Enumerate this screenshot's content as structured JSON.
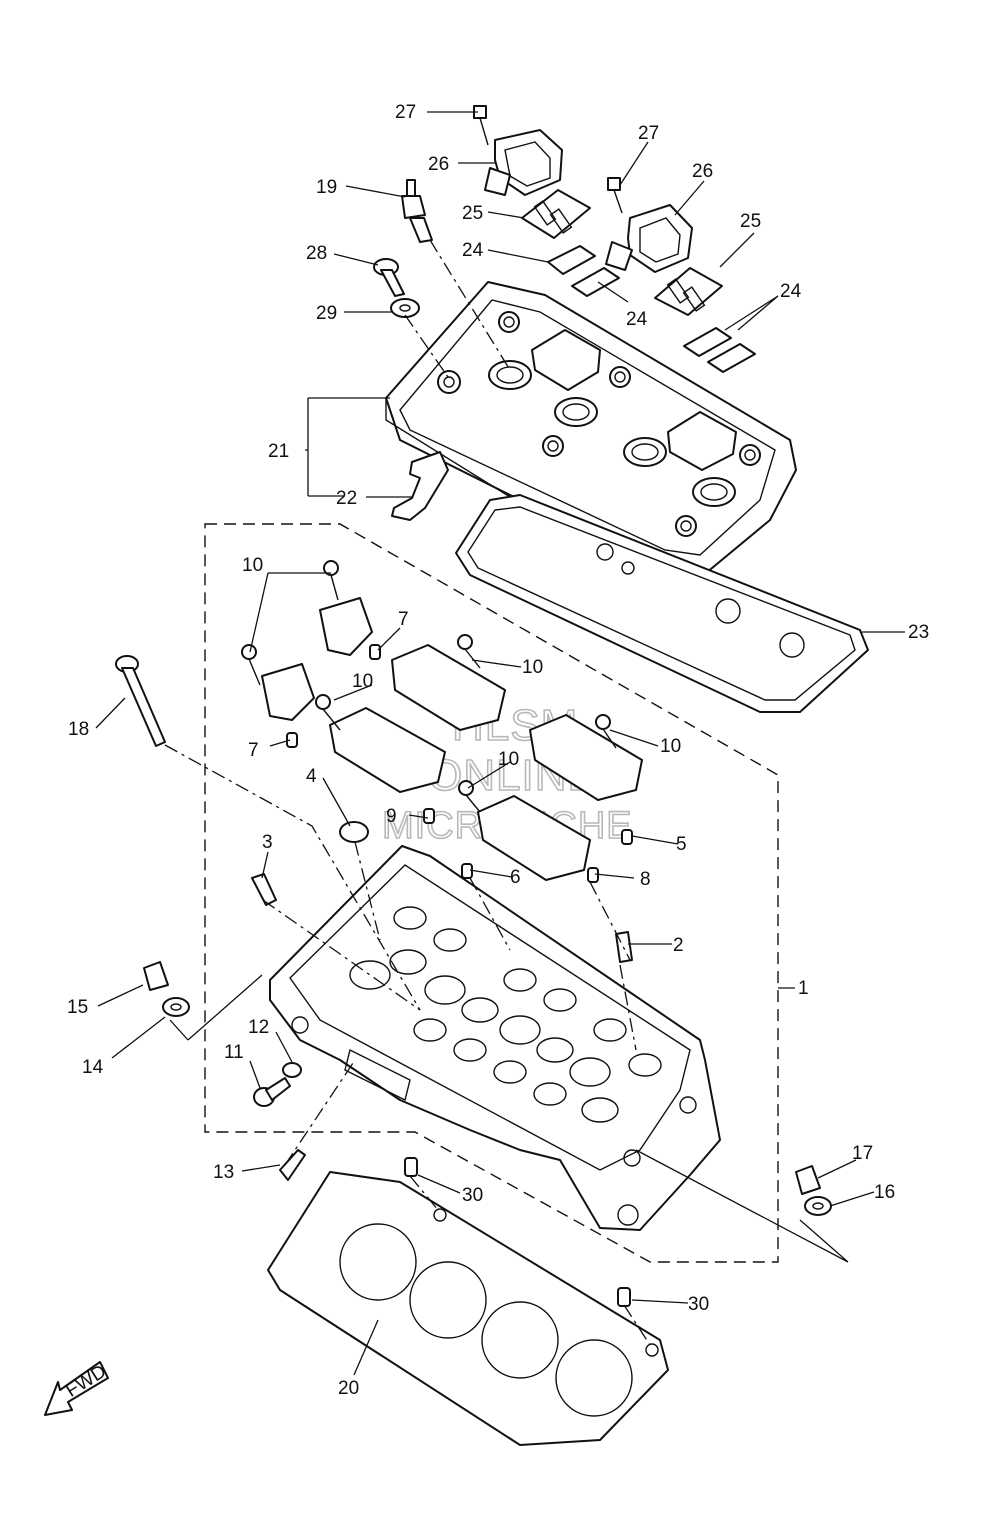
{
  "watermark": {
    "line1": "HLSM",
    "line2": "ONLINE",
    "line3": "MICROFICHE"
  },
  "fwd_label": "FWD",
  "callouts": {
    "c1": "1",
    "c2": "2",
    "c3": "3",
    "c4": "4",
    "c5": "5",
    "c6": "6",
    "c7a": "7",
    "c7b": "7",
    "c8": "8",
    "c9": "9",
    "c10a": "10",
    "c10b": "10",
    "c10c": "10",
    "c10d": "10",
    "c10e": "10",
    "c11": "11",
    "c12": "12",
    "c13": "13",
    "c14": "14",
    "c15": "15",
    "c16": "16",
    "c17": "17",
    "c18": "18",
    "c19": "19",
    "c20": "20",
    "c21": "21",
    "c22": "22",
    "c23": "23",
    "c24a": "24",
    "c24b": "24",
    "c24c": "24",
    "c25a": "25",
    "c25b": "25",
    "c26a": "26",
    "c26b": "26",
    "c27a": "27",
    "c27b": "27",
    "c28": "28",
    "c29": "29",
    "c30a": "30",
    "c30b": "30"
  }
}
